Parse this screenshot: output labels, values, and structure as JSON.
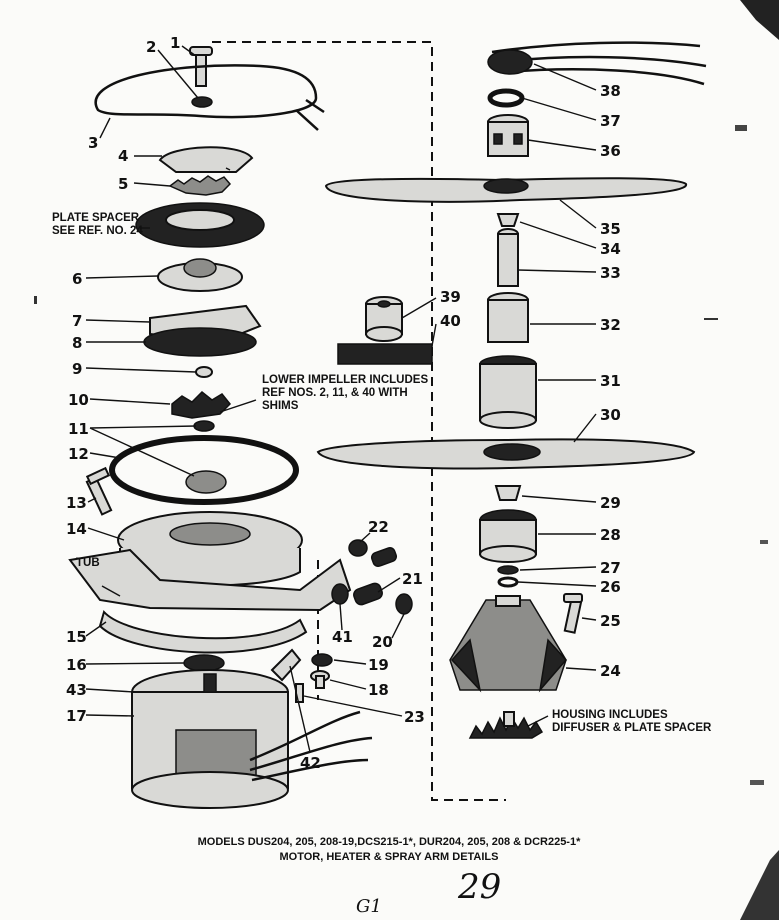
{
  "callouts": [
    "1",
    "2",
    "3",
    "4",
    "5",
    "6",
    "7",
    "8",
    "9",
    "10",
    "11",
    "12",
    "13",
    "14",
    "15",
    "16",
    "17",
    "18",
    "19",
    "20",
    "21",
    "22",
    "23",
    "24",
    "25",
    "26",
    "27",
    "28",
    "29",
    "30",
    "31",
    "32",
    "33",
    "34",
    "35",
    "36",
    "37",
    "38",
    "39",
    "40",
    "41",
    "42",
    "43"
  ],
  "notes": {
    "plate_spacer_line1": "PLATE SPACER",
    "plate_spacer_line2": "SEE REF. NO. 24",
    "lower_impeller_line1": "LOWER IMPELLER INCLUDES",
    "lower_impeller_line2": "REF NOS. 2, 11, & 40 WITH",
    "lower_impeller_line3": "SHIMS",
    "tub": "TUB",
    "housing_line1": "HOUSING INCLUDES",
    "housing_line2": "DIFFUSER & PLATE SPACER"
  },
  "caption": {
    "line1": "MODELS DUS204, 205, 208-19,DCS215-1*, DUR204, 205, 208 & DCR225-1*",
    "line2": "MOTOR, HEATER & SPRAY ARM DETAILS"
  },
  "handwriting": {
    "left": "G1",
    "right": "29"
  }
}
